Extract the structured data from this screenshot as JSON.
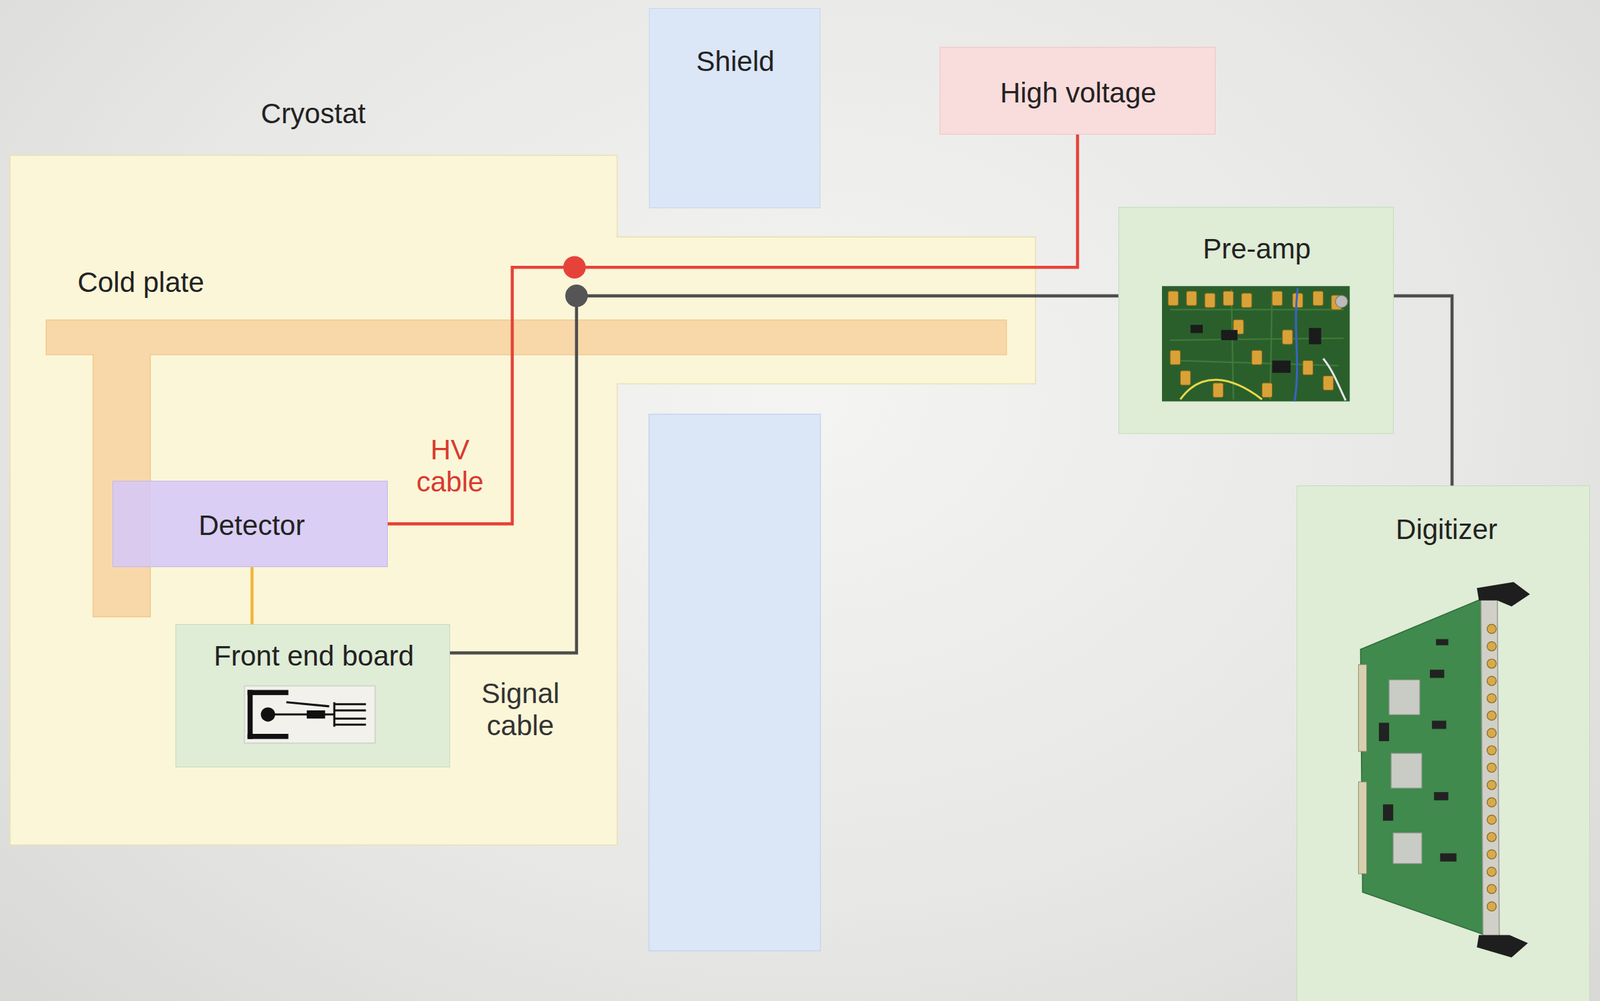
{
  "diagram": {
    "nodes": [
      {
        "text": [
          "Cryostat"
        ]
      },
      {
        "text": [
          "Shield"
        ]
      },
      {
        "text": [
          "High voltage"
        ]
      },
      {
        "text": [
          "Cold plate"
        ],
        "in": 0
      },
      {
        "text": [
          "Pre-amp"
        ]
      },
      {
        "text": [
          "Detector"
        ],
        "in": 0
      },
      {
        "text": [
          "Front end board"
        ],
        "in": 0
      },
      {
        "text": [
          "Digitizer"
        ]
      }
    ],
    "edges": [
      {
        "from": 5,
        "to": 2,
        "arrow": "none",
        "label": "HV cable"
      },
      {
        "from": 6,
        "to": 4,
        "arrow": "none",
        "label": "Signal cable"
      },
      {
        "from": 4,
        "to": 7,
        "arrow": "none"
      },
      {
        "from": 5,
        "to": 6,
        "arrow": "none"
      }
    ]
  }
}
